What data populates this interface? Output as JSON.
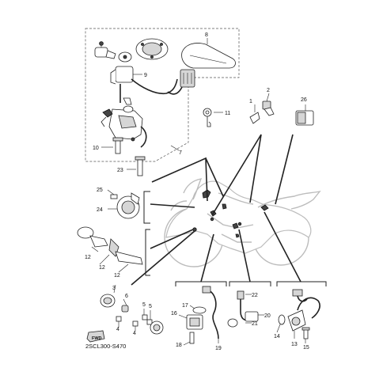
{
  "diagram_code": "2SCL300-S470",
  "fwd_label": "FWD",
  "callouts": {
    "c1": "1",
    "c2": "2",
    "c3": "3",
    "c4": "4",
    "c5": "5",
    "c6": "6",
    "c7": "7",
    "c8": "8",
    "c9": "9",
    "c10": "10",
    "c11": "11",
    "c12a": "12",
    "c12b": "12",
    "c12c": "12",
    "c13": "13",
    "c14": "14",
    "c15": "15",
    "c16": "16",
    "c17": "17",
    "c18": "18",
    "c19": "19",
    "c20": "20",
    "c21": "21",
    "c22": "22",
    "c23": "23",
    "c24": "24",
    "c25": "25",
    "c26": "26"
  }
}
